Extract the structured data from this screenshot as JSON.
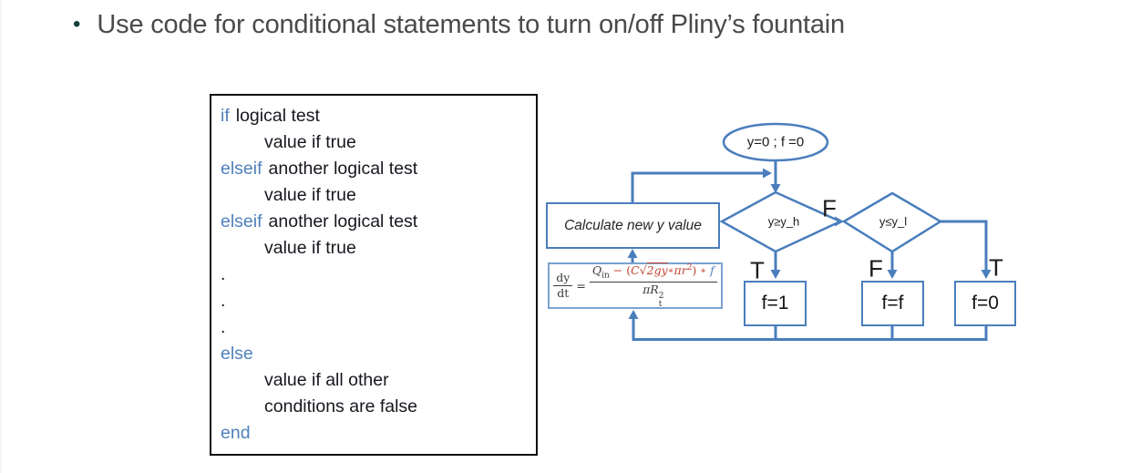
{
  "title": {
    "bullet": "•",
    "text": "Use code for conditional statements to turn on/off Pliny’s fountain"
  },
  "code": {
    "lines": [
      {
        "kw": "if",
        "text": "logical test"
      },
      {
        "kw": "",
        "text": "value if true"
      },
      {
        "kw": "elseif",
        "text": "another logical test"
      },
      {
        "kw": "",
        "text": "value if true"
      },
      {
        "kw": "elseif",
        "text": "another logical test"
      },
      {
        "kw": "",
        "text": "value if true"
      },
      {
        "kw": "",
        "text": "."
      },
      {
        "kw": "",
        "text": "."
      },
      {
        "kw": "",
        "text": "."
      },
      {
        "kw": "else",
        "text": ""
      },
      {
        "kw": "",
        "text": "value if all other"
      },
      {
        "kw": "",
        "text": "conditions are false"
      },
      {
        "kw": "end",
        "text": ""
      }
    ]
  },
  "flowchart": {
    "start_label": "y=0 ; f =0",
    "calc_label": "Calculate new y value",
    "decision1": "y≥y_h",
    "decision2": "y≤y_l",
    "labels": {
      "d1_false": "F",
      "d1_true": "T",
      "d2_false": "F",
      "d2_true": "T"
    },
    "result_boxes": [
      "f=1",
      "f=f",
      "f=0"
    ],
    "formula": {
      "lhs_top": "dy",
      "lhs_bot": "dt",
      "eq": "=",
      "q": "Q",
      "q_sub": "in",
      "minus": "−",
      "open": "(",
      "c": "C",
      "sqrt": "√",
      "radicand": "2gy",
      "star1": "∗",
      "pi_r": "πr",
      "r_sup": "2",
      "close": ")",
      "star2": "∗",
      "f": "f",
      "den_base": "πR",
      "den_sup": "2",
      "den_sub": "t"
    }
  },
  "colors": {
    "accent_blue": "#4a7ebc",
    "keyword_blue": "#4f81bd",
    "formula_red": "#c0452e",
    "formula_blue": "#4f81bd",
    "title_gray": "#4a4a4a",
    "bullet_teal": "#16403c"
  }
}
